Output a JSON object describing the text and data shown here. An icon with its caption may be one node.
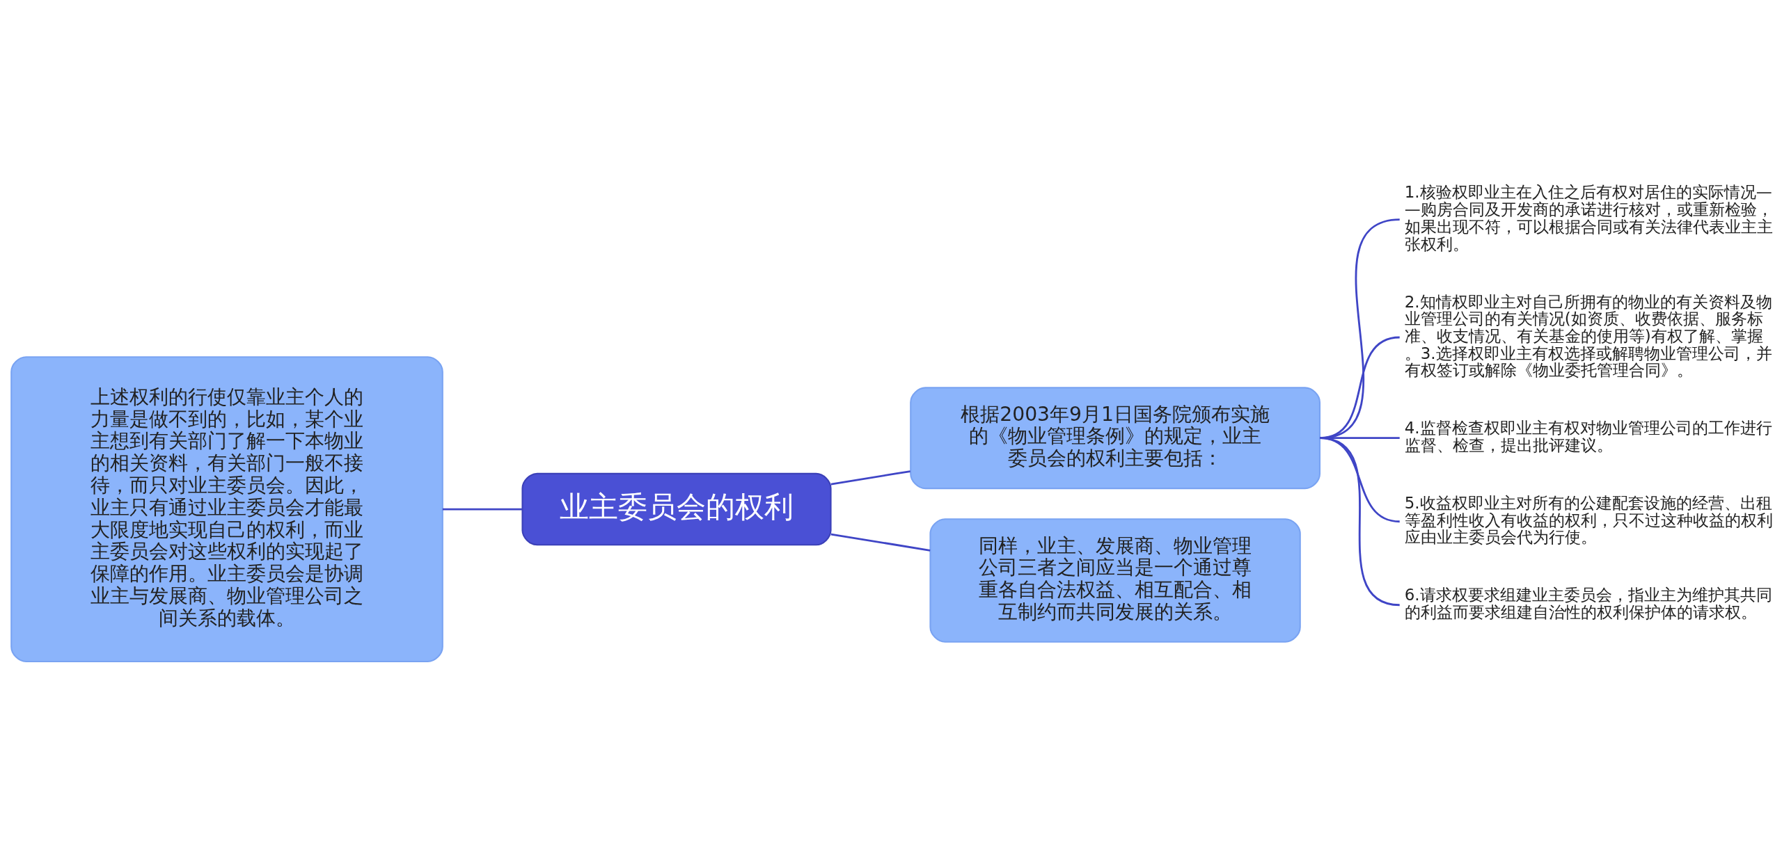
{
  "diagram": {
    "nodes": [
      {
        "text": [
          "业主委员会的权利"
        ]
      },
      {
        "text": [
          "上述权利的行使仅靠业主个人的力量是做不到的，比如，某个业主想到有关部门了解一下本物业的相关资料，有关部门一般不接待，而只对业主委员会。因此，业主只有通过业主委员会才能最大限度地实现自己的权利，而业主委员会对这些权利的实现起了保障的作用。业主委员会是协调业主与发展商、物业管理公司之间关系的载体。"
        ]
      },
      {
        "text": [
          "根据2003年9月1日国务院颁布实施的《物业管理条例》的规定，业主委员会的权利主要包括："
        ]
      },
      {
        "text": [
          "同样，业主、发展商、物业管理公司三者之间应当是一个通过尊重各自合法权益、相互配合、相互制约而共同发展的关系。"
        ]
      },
      {
        "text": [
          "1.核验权即业主在入住之后有权对居住的实际情况——购房合同及开发商的承诺进行核对，或重新检验，如果出现不符，可以根据合同或有关法律代表业主主张权利。"
        ]
      },
      {
        "text": [
          "2.知情权即业主对自己所拥有的物业的有关资料及物业管理公司的有关情况(如资质、收费依据、服务标准、收支情况、有关基金的使用等)有权了解、掌握。3.选择权即业主有权选择或解聘物业管理公司，并有权签订或解除《物业委托管理合同》。"
        ]
      },
      {
        "text": [
          "4.监督检查权即业主有权对物业管理公司的工作进行监督、检查，提出批评建议。"
        ]
      },
      {
        "text": [
          "5.收益权即业主对所有的公建配套设施的经营、出租等盈利性收入有收益的权利，只不过这种收益的权利应由业主委员会代为行使。"
        ]
      },
      {
        "text": [
          "6.请求权要求组建业主委员会，指业主为维护其共同的利益而要求组建自治性的权利保护体的请求权。"
        ]
      }
    ],
    "edges": [
      {
        "from": 1,
        "to": 0,
        "arrow": "none"
      },
      {
        "from": 0,
        "to": 2,
        "arrow": "none"
      },
      {
        "from": 0,
        "to": 3,
        "arrow": "none"
      },
      {
        "from": 2,
        "to": 4,
        "arrow": "none"
      },
      {
        "from": 2,
        "to": 5,
        "arrow": "none"
      },
      {
        "from": 2,
        "to": 6,
        "arrow": "none"
      },
      {
        "from": 2,
        "to": 7,
        "arrow": "none"
      },
      {
        "from": 2,
        "to": 8,
        "arrow": "none"
      }
    ]
  }
}
